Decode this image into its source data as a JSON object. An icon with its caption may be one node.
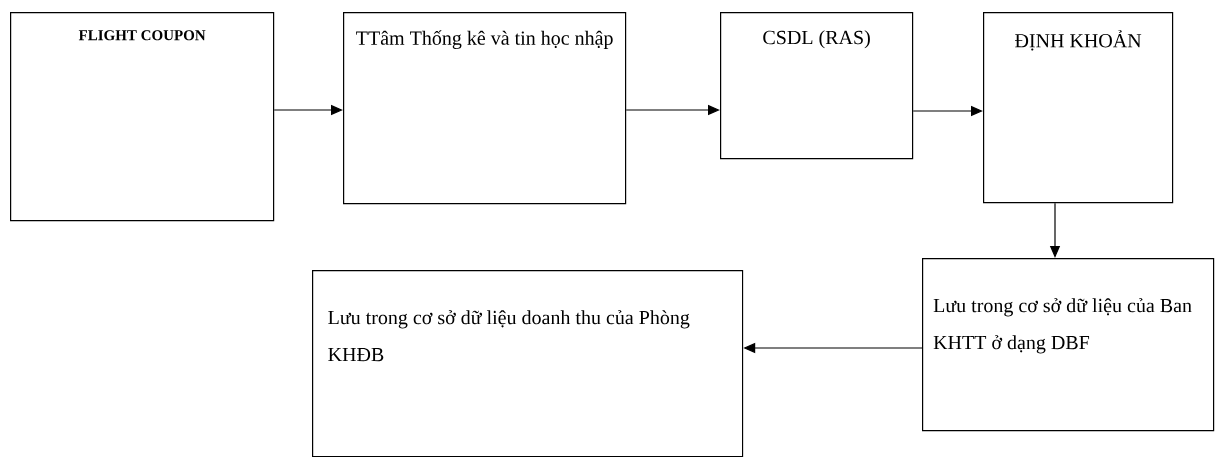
{
  "diagram": {
    "nodes": [
      {
        "text": [
          "FLIGHT COUPON"
        ]
      },
      {
        "text": [
          "TTâm Thống kê và tin học nhập"
        ]
      },
      {
        "text": [
          "CSDL (RAS)"
        ]
      },
      {
        "text": [
          "ĐỊNH KHOẢN"
        ]
      },
      {
        "text": [
          "Lưu trong cơ sở dữ liệu của Ban KHTT ở dạng DBF"
        ]
      },
      {
        "text": [
          "Lưu trong cơ sở dữ liệu doanh thu của Phòng KHĐB"
        ]
      }
    ],
    "edges": [
      {
        "from": 0,
        "to": 1,
        "arrow": "to"
      },
      {
        "from": 1,
        "to": 2,
        "arrow": "to"
      },
      {
        "from": 2,
        "to": 3,
        "arrow": "to"
      },
      {
        "from": 3,
        "to": 4,
        "arrow": "to"
      },
      {
        "from": 4,
        "to": 5,
        "arrow": "to"
      }
    ]
  }
}
